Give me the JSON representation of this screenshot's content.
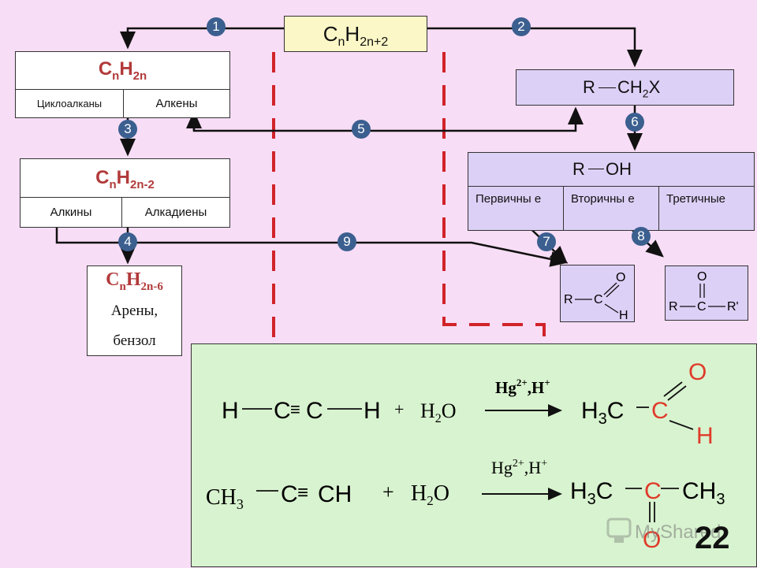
{
  "top": {
    "formula_base": "C",
    "formula_sub1": "n",
    "formula_h": "H",
    "formula_sub2": "2n+2"
  },
  "alkenes_box": {
    "formula_base": "C",
    "formula_sub1": "n",
    "formula_h": "H",
    "formula_sub2": "2n",
    "left_label": "Циклоалканы",
    "right_label": "Алкены"
  },
  "alkynes_box": {
    "formula_base": "C",
    "formula_sub1": "n",
    "formula_h": "H",
    "formula_sub2": "2n-2",
    "left_label": "Алкины",
    "right_label": "Алкадиены"
  },
  "arenes_box": {
    "formula_base": "C",
    "formula_sub1": "n",
    "formula_h": "H",
    "formula_sub2": "2n-6",
    "line1": "Арены,",
    "line2": "бензол"
  },
  "haloalkane": {
    "r": "R",
    "ch": "CH",
    "sub": "2",
    "x": "X"
  },
  "alcohol": {
    "r": "R",
    "oh": "OH",
    "col1": "Первичны е",
    "col2": "Вторичны е",
    "col3": "Третичные"
  },
  "aldehyde": {
    "r": "R",
    "c": "C",
    "o": "O",
    "h": "H"
  },
  "ketone": {
    "r": "R",
    "c": "C",
    "o": "O",
    "r2": "R'"
  },
  "steps": [
    "1",
    "2",
    "3",
    "4",
    "5",
    "6",
    "7",
    "8",
    "9"
  ],
  "reaction1": {
    "h1": "H",
    "c1": "C",
    "triple": "≡",
    "c2": "C",
    "h2": "H",
    "plus": "+",
    "water": "H2O",
    "catalyst": "Hg2+,H+",
    "p_h3c": "H3C",
    "p_c": "C",
    "p_o": "O",
    "p_h": "H"
  },
  "reaction2": {
    "ch3": "CH3",
    "c": "C",
    "triple": "≡",
    "ch": "CH",
    "plus": "+",
    "water": "H2O",
    "catalyst": "Hg2+,H+",
    "p_h3c": "H3C",
    "p_c": "C",
    "p_ch3": "CH3",
    "p_o": "O"
  },
  "watermark": "MyShared",
  "slide_number": "22",
  "colors": {
    "background": "#f8ddf6",
    "lavender": "#ddd0f6",
    "panel": "#d8f3cf",
    "step_circle": "#3b5f8f",
    "dash_red": "#d1232a",
    "formula_red": "#b23a3a",
    "product_red": "#e03a2a"
  }
}
